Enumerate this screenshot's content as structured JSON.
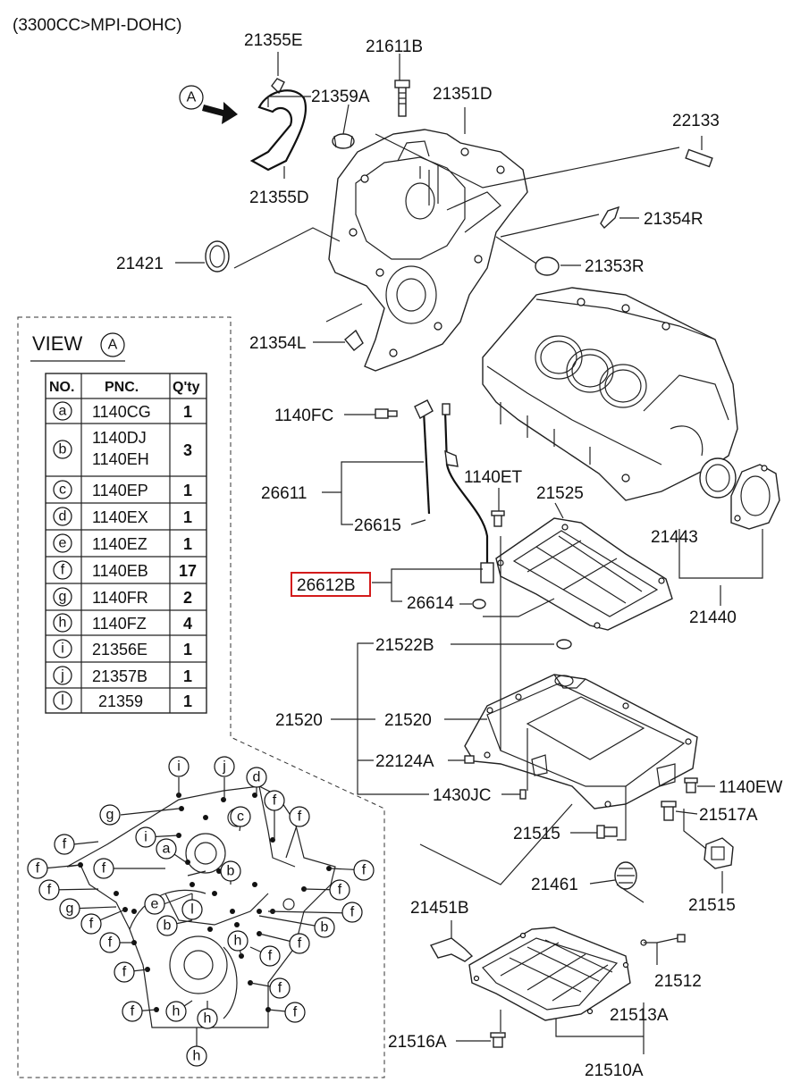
{
  "header": {
    "engine": "(3300CC>MPI-DOHC)"
  },
  "view_marker": "A",
  "view_box": {
    "title": "VIEW",
    "marker": "A"
  },
  "table": {
    "headers": [
      "NO.",
      "PNC.",
      "Q'ty"
    ],
    "rows": [
      {
        "no": "a",
        "pnc": "1140CG",
        "qty": "1"
      },
      {
        "no": "b",
        "pnc": "1140DJ",
        "pnc2": "1140EH",
        "qty": "3"
      },
      {
        "no": "c",
        "pnc": "1140EP",
        "qty": "1"
      },
      {
        "no": "d",
        "pnc": "1140EX",
        "qty": "1"
      },
      {
        "no": "e",
        "pnc": "1140EZ",
        "qty": "1"
      },
      {
        "no": "f",
        "pnc": "1140EB",
        "qty": "17"
      },
      {
        "no": "g",
        "pnc": "1140FR",
        "qty": "2"
      },
      {
        "no": "h",
        "pnc": "1140FZ",
        "qty": "4"
      },
      {
        "no": "i",
        "pnc": "21356E",
        "qty": "1"
      },
      {
        "no": "j",
        "pnc": "21357B",
        "qty": "1"
      },
      {
        "no": "l",
        "pnc": "21359",
        "qty": "1"
      }
    ]
  },
  "parts": {
    "p21355E": "21355E",
    "p21611B": "21611B",
    "p21359A": "21359A",
    "p21351D": "21351D",
    "p22133": "22133",
    "p21355D": "21355D",
    "p21354R": "21354R",
    "p21421": "21421",
    "p21353R": "21353R",
    "p21354L": "21354L",
    "p1140FC": "1140FC",
    "p26611": "26611",
    "p1140ET": "1140ET",
    "p21525": "21525",
    "p26615": "26615",
    "p21443": "21443",
    "p26612B": "26612B",
    "p26614": "26614",
    "p21440": "21440",
    "p21522B": "21522B",
    "p21520a": "21520",
    "p21520b": "21520",
    "p22124A": "22124A",
    "p1140EW": "1140EW",
    "p1430JC": "1430JC",
    "p21517A": "21517A",
    "p21515a": "21515",
    "p21461": "21461",
    "p21515b": "21515",
    "p21451B": "21451B",
    "p21512": "21512",
    "p21513A": "21513A",
    "p21516A": "21516A",
    "p21510A": "21510A"
  },
  "callouts": {
    "c_i1": "i",
    "c_j": "j",
    "c_d": "d",
    "c_g1": "g",
    "c_c": "c",
    "c_f1": "f",
    "c_f2": "f",
    "c_f3": "f",
    "c_i2": "i",
    "c_a": "a",
    "c_f4": "f",
    "c_f5": "f",
    "c_f6": "f",
    "c_b1": "b",
    "c_f7": "f",
    "c_e": "e",
    "c_l": "l",
    "c_f8": "f",
    "c_g2": "g",
    "c_f9": "f",
    "c_b2": "b",
    "c_f10": "f",
    "c_b3": "b",
    "c_h1": "h",
    "c_f11": "f",
    "c_f12": "f",
    "c_f13": "f",
    "c_f14": "f",
    "c_h2": "h",
    "c_h3": "h",
    "c_f15": "f",
    "c_h4": "h",
    "c_f16": "f",
    "c_f17": "f"
  },
  "colors": {
    "highlight": "#d31b1b",
    "ink": "#111111"
  }
}
